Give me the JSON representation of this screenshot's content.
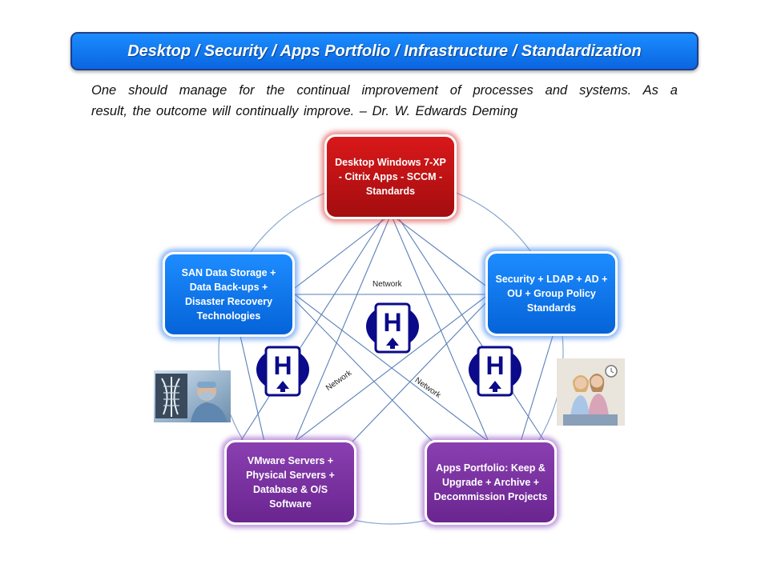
{
  "banner": {
    "title": "Desktop / Security / Apps Portfolio / Infrastructure / Standardization"
  },
  "quote": {
    "line1": "One should manage for the continual improvement of processes and systems.  As a",
    "line2": "result, the outcome will continually improve.   – Dr. W. Edwards Deming"
  },
  "nodes": {
    "desktop": "Desktop Windows 7-XP - Citrix Apps - SCCM - Standards",
    "storage": "SAN Data Storage + Data Back-ups + Disaster Recovery Technologies",
    "security": "Security + LDAP + AD + OU + Group Policy Standards",
    "servers": "VMware Servers + Physical  Servers + Database & O/S Software",
    "apps": "Apps Portfolio: Keep & Upgrade + Archive + Decommission Projects"
  },
  "edge_labels": {
    "top": "Network",
    "left": "Network",
    "right": "Network"
  },
  "icons": {
    "hospital": "hospital-sign-icon",
    "letter": "H"
  },
  "colors": {
    "red": "#c41214",
    "blue": "#0a72f0",
    "purple": "#7a30a0",
    "navy": "#0a0a8a"
  }
}
